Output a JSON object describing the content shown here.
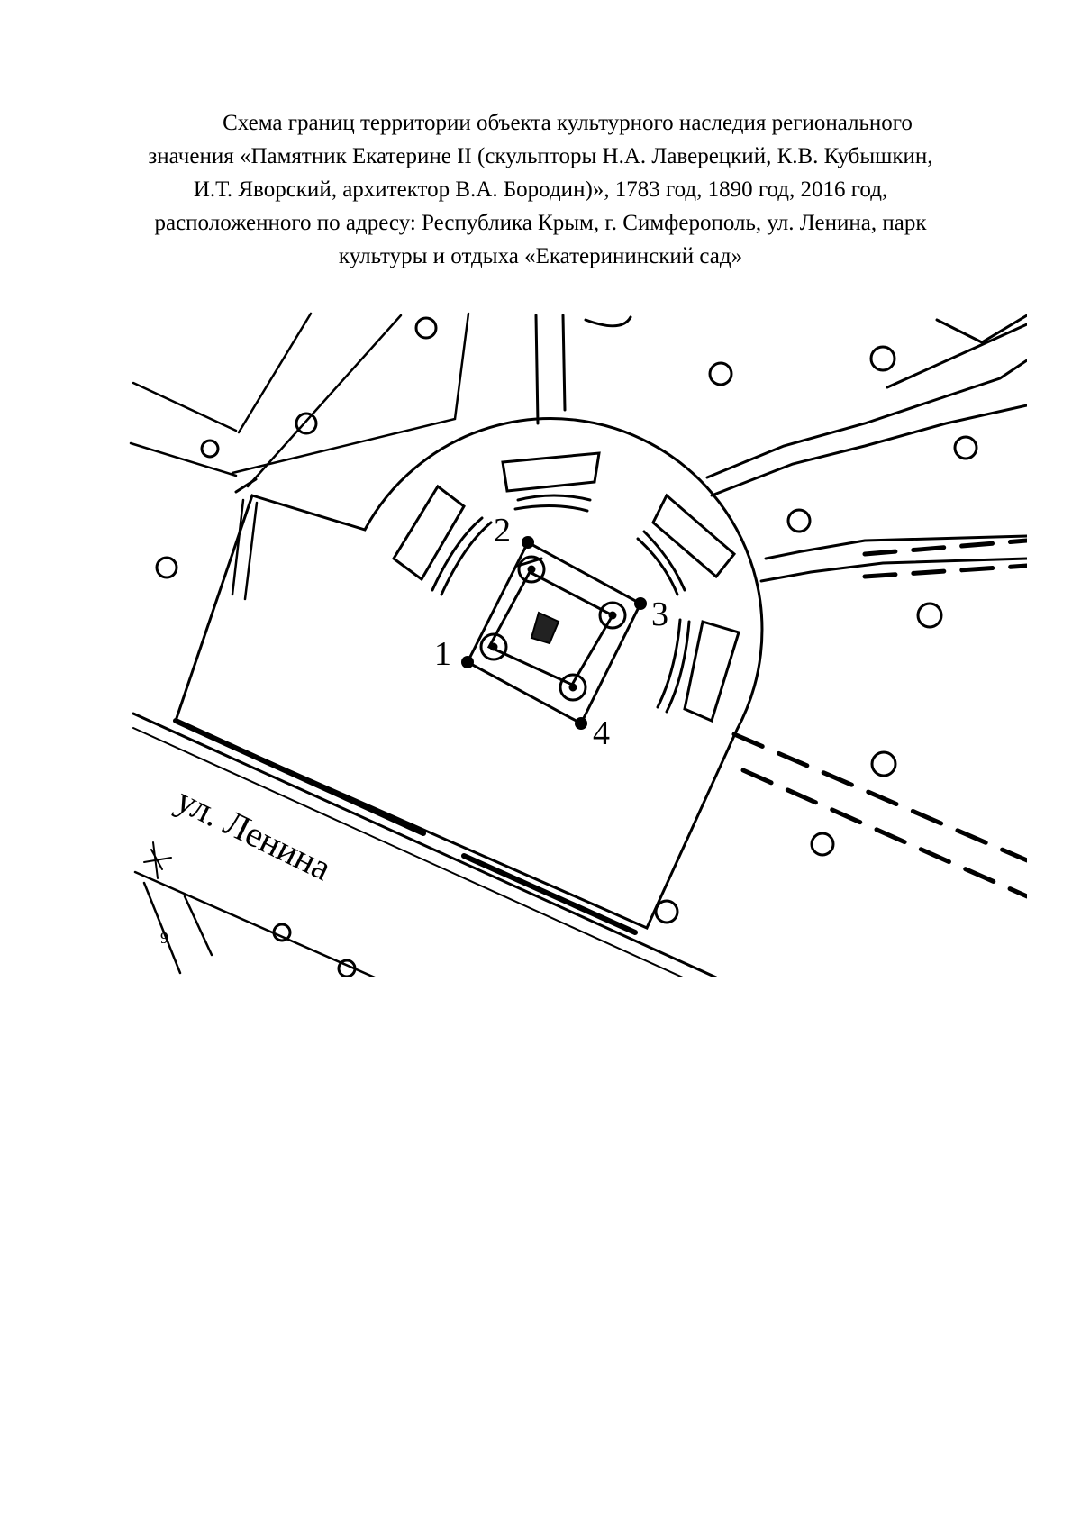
{
  "title": {
    "line1": "Схема границ территории объекта культурного наследия регионального",
    "line2": "значения «Памятник Екатерине II (скульпторы Н.А. Лаверецкий, К.В. Кубышкин,",
    "line3": "И.Т. Яворский, архитектор В.А. Бородин)», 1783 год, 1890 год, 2016 год,",
    "line4": "расположенного по адресу: Республика Крым, г. Симферополь, ул. Ленина, парк",
    "line5": "культуры и отдыха «Екатерининский сад»"
  },
  "map": {
    "street_label": "ул. Ленина",
    "parcel_number": "9",
    "boundary_points": [
      "1",
      "2",
      "3",
      "4"
    ]
  }
}
